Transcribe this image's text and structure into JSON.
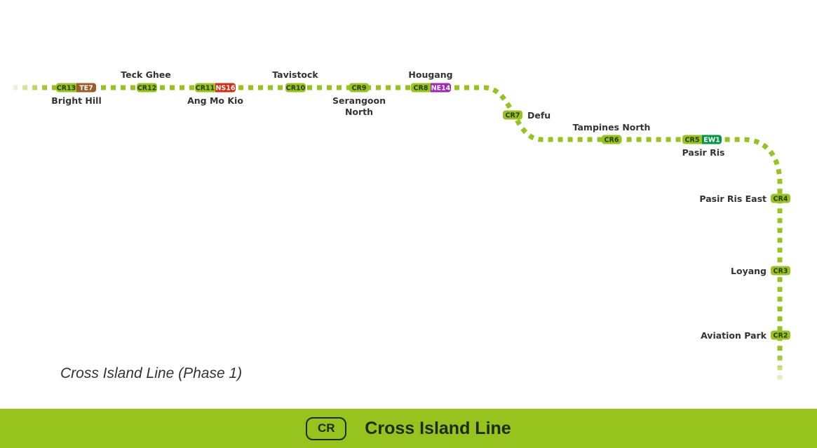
{
  "line": {
    "code": "CR",
    "name": "Cross Island Line",
    "caption": "Cross Island Line (Phase 1)",
    "color": "#97c31e"
  },
  "stations": [
    {
      "name": "Bright Hill",
      "codes": [
        {
          "code": "CR13",
          "color": "#97c31e"
        },
        {
          "code": "TE7",
          "color": "#9d5b25"
        }
      ]
    },
    {
      "name": "Teck Ghee",
      "codes": [
        {
          "code": "CR12",
          "color": "#97c31e"
        }
      ]
    },
    {
      "name": "Ang Mo Kio",
      "codes": [
        {
          "code": "CR11",
          "color": "#97c31e"
        },
        {
          "code": "NS16",
          "color": "#d42e12"
        }
      ]
    },
    {
      "name": "Tavistock",
      "codes": [
        {
          "code": "CR10",
          "color": "#97c31e"
        }
      ]
    },
    {
      "name": "Serangoon North",
      "codes": [
        {
          "code": "CR9",
          "color": "#97c31e"
        }
      ]
    },
    {
      "name": "Hougang",
      "codes": [
        {
          "code": "CR8",
          "color": "#97c31e"
        },
        {
          "code": "NE14",
          "color": "#9e28b5"
        }
      ]
    },
    {
      "name": "Defu",
      "codes": [
        {
          "code": "CR7",
          "color": "#97c31e"
        }
      ]
    },
    {
      "name": "Tampines North",
      "codes": [
        {
          "code": "CR6",
          "color": "#97c31e"
        }
      ]
    },
    {
      "name": "Pasir Ris",
      "codes": [
        {
          "code": "CR5",
          "color": "#97c31e"
        },
        {
          "code": "EW1",
          "color": "#009645"
        }
      ]
    },
    {
      "name": "Pasir Ris East",
      "codes": [
        {
          "code": "CR4",
          "color": "#97c31e"
        }
      ]
    },
    {
      "name": "Loyang",
      "codes": [
        {
          "code": "CR3",
          "color": "#97c31e"
        }
      ]
    },
    {
      "name": "Aviation Park",
      "codes": [
        {
          "code": "CR2",
          "color": "#97c31e"
        }
      ]
    }
  ]
}
